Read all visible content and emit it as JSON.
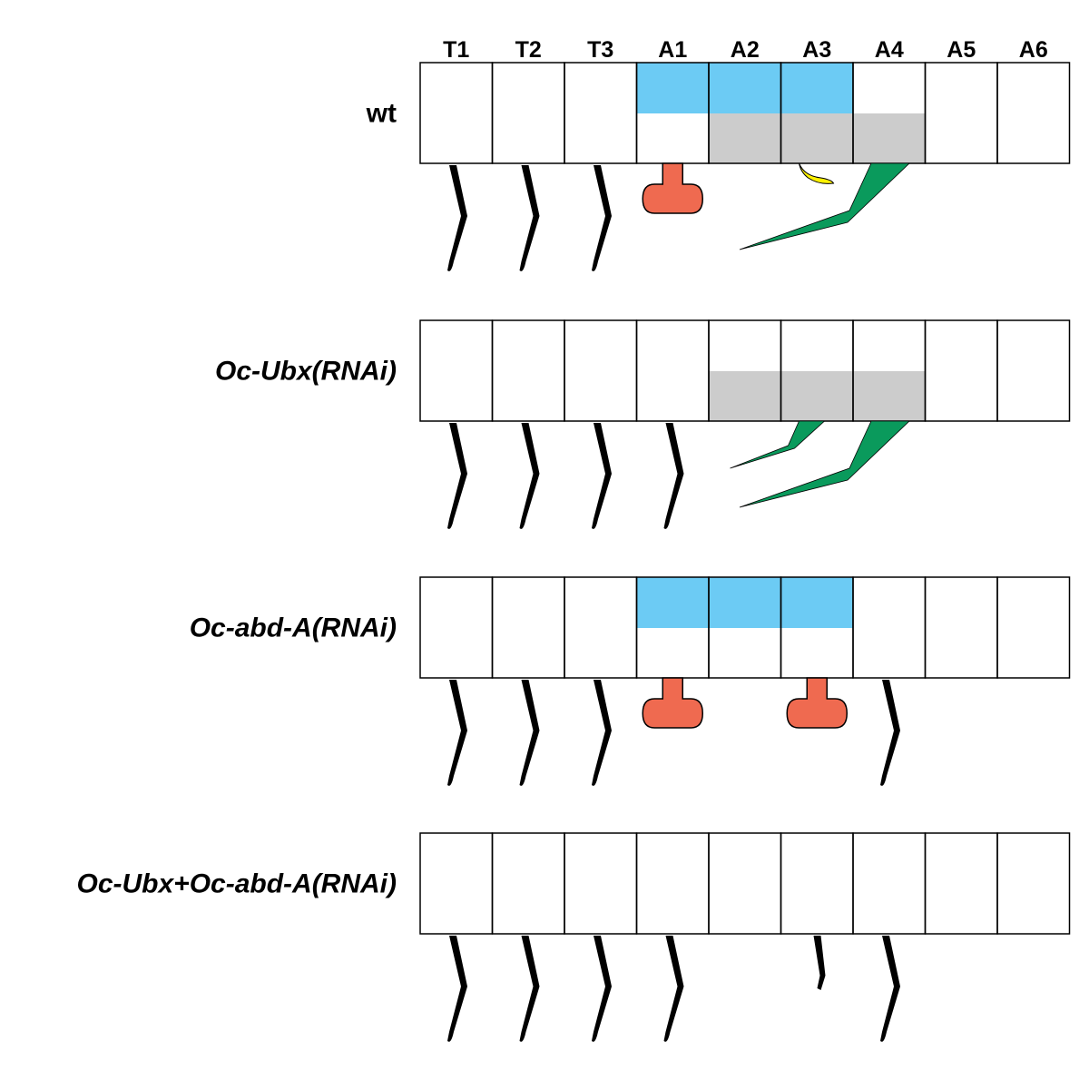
{
  "segments": [
    "T1",
    "T2",
    "T3",
    "A1",
    "A2",
    "A3",
    "A4",
    "A5",
    "A6"
  ],
  "colors": {
    "blue_band": "#6ccbf4",
    "gray_band": "#cccccc",
    "red_appendage": "#ef6a50",
    "green_appendage": "#0a9a5c",
    "yellow_appendage": "#fff200",
    "leg": "#000000",
    "outline": "#000000"
  },
  "rows": [
    {
      "label": "wt",
      "italic": false,
      "blue_segments": [
        3,
        4,
        5
      ],
      "gray_segments": [
        4,
        5,
        6
      ],
      "legs": [
        0,
        1,
        2
      ],
      "short_legs": [],
      "red_appendages": [
        3
      ],
      "green_appendages": [
        5,
        6
      ],
      "yellow_appendages": [
        5
      ]
    },
    {
      "label": "Oc-Ubx(RNAi)",
      "italic": true,
      "blue_segments": [],
      "gray_segments": [
        4,
        5,
        6
      ],
      "legs": [
        0,
        1,
        2,
        3
      ],
      "short_legs": [],
      "red_appendages": [],
      "green_appendages": [
        5,
        6
      ],
      "yellow_appendages": []
    },
    {
      "label": "Oc-abd-A(RNAi)",
      "italic": true,
      "blue_segments": [
        3,
        4,
        5
      ],
      "gray_segments": [],
      "legs": [
        0,
        1,
        2,
        6
      ],
      "short_legs": [],
      "red_appendages": [
        3,
        5
      ],
      "green_appendages": [],
      "yellow_appendages": []
    },
    {
      "label": "Oc-Ubx+Oc-abd-A(RNAi)",
      "italic": true,
      "blue_segments": [],
      "gray_segments": [],
      "legs": [
        0,
        1,
        2,
        3,
        6
      ],
      "short_legs": [
        5
      ],
      "red_appendages": [],
      "green_appendages": [],
      "yellow_appendages": []
    }
  ]
}
